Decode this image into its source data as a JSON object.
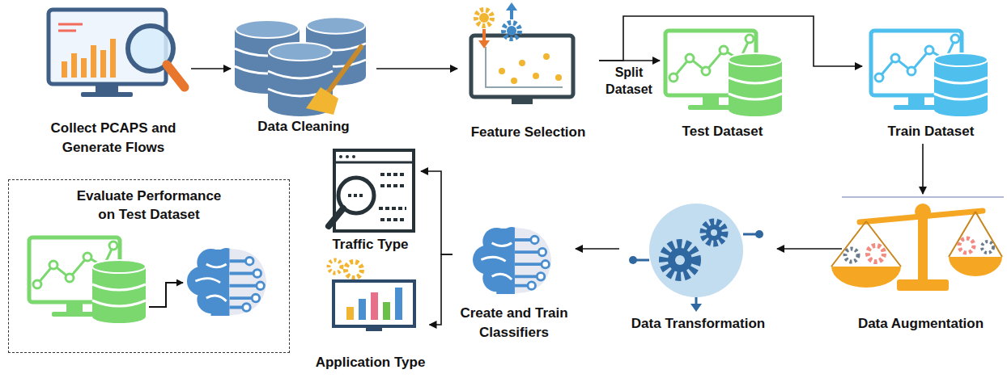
{
  "diagram": {
    "nodes": [
      {
        "text": [
          "Collect PCAPS and Generate Flows"
        ]
      },
      {
        "text": [
          "Data Cleaning"
        ]
      },
      {
        "text": [
          "Feature Selection"
        ]
      },
      {
        "text": [
          "Test Dataset"
        ]
      },
      {
        "text": [
          "Train Dataset"
        ]
      },
      {
        "text": [
          "Data Augmentation"
        ]
      },
      {
        "text": [
          "Data Transformation"
        ]
      },
      {
        "text": [
          "Create and Train Classifiers"
        ]
      },
      {
        "text": [
          "Traffic Type"
        ]
      },
      {
        "text": [
          "Application Type"
        ]
      },
      {
        "text": [
          "Evaluate Performance on Test Dataset"
        ]
      }
    ],
    "edges": [
      {
        "from": 0,
        "to": 1,
        "arrow": "to"
      },
      {
        "from": 1,
        "to": 2,
        "arrow": "to"
      },
      {
        "from": 2,
        "to": 3,
        "arrow": "to",
        "label": "Split Dataset"
      },
      {
        "from": 2,
        "to": 4,
        "arrow": "to"
      },
      {
        "from": 4,
        "to": 5,
        "arrow": "to"
      },
      {
        "from": 5,
        "to": 6,
        "arrow": "to"
      },
      {
        "from": 6,
        "to": 7,
        "arrow": "to"
      },
      {
        "from": 7,
        "to": 8,
        "arrow": "to"
      },
      {
        "from": 7,
        "to": 9,
        "arrow": "to"
      }
    ]
  }
}
